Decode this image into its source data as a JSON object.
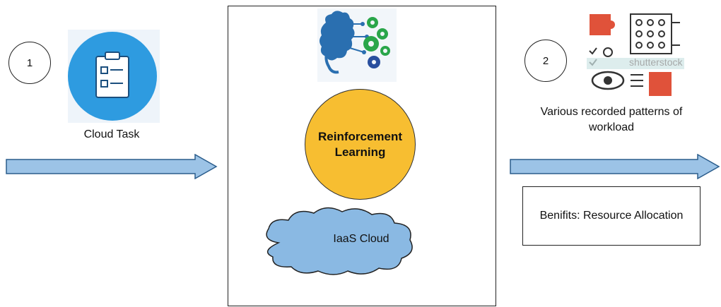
{
  "steps": {
    "one": "1",
    "two": "2"
  },
  "cloud_task": {
    "label": "Cloud Task"
  },
  "center": {
    "rl_line1": "Reinforcement",
    "rl_line2": "Learning",
    "cloud_label": "IaaS Cloud"
  },
  "patterns": {
    "line1": "Various recorded patterns of",
    "line2": "workload",
    "watermark": "shutterstock"
  },
  "benefits": {
    "label": "Benifits: Resource Allocation"
  },
  "colors": {
    "arrow_fill": "#9cc3e6",
    "rl_circle": "#f7be31",
    "cloud_fill": "#8ab9e3",
    "task_icon_bg": "#2e9be0",
    "brain_blue": "#2a6fb0",
    "gear_green": "#2aa64a",
    "puzzle_red": "#e0523a"
  },
  "icons": [
    "clipboard-icon",
    "brain-gears-icon",
    "workflow-patterns-icon"
  ]
}
